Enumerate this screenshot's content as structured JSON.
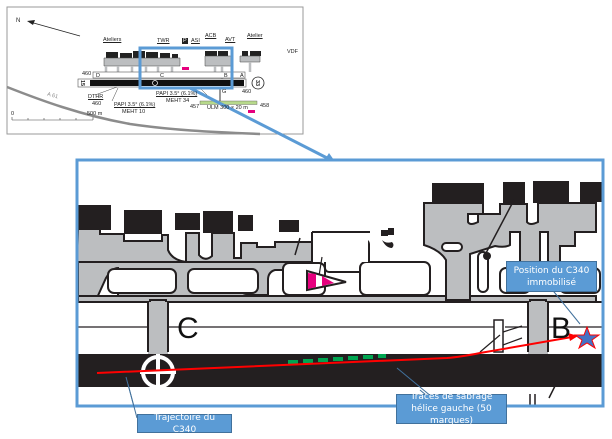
{
  "overview_map": {
    "north_label": "N",
    "labels": {
      "ateliers": "Ateliers",
      "twr": "TWR",
      "p_icon": "P",
      "asi": "ASI",
      "acb": "ACB",
      "avt": "AVT",
      "atelier": "Atelier",
      "vdf": "VDF",
      "elev_460_left": "460",
      "taxiway_d": "D",
      "taxiway_c_small": "C",
      "taxiway_b_small": "B",
      "taxiway_a": "A",
      "runway_15": "15",
      "runway_33": "33",
      "dthr": "DTHR",
      "dthr_elev": "460",
      "papi_left": "PAPI 3.5° (6.1%)",
      "meht_left": "MEHT 10",
      "papi_right": "PAPI 3.5° (6.1%)",
      "meht_right": "MEHT 34",
      "taxiway_g": "G",
      "elev_460_right": "460",
      "elev_457": "457",
      "ulm": "ULM 300 × 20 m",
      "elev_458": "458",
      "road": "A 61",
      "scale_0": "0",
      "scale_500": "500 m"
    }
  },
  "detail_view": {
    "taxiway_c": "C",
    "taxiway_b": "B",
    "colors": {
      "frame": "#5b9bd5",
      "runway": "#231f20",
      "apron": "#bcbec0",
      "trajectory": "#ff0000",
      "marks": "#00a651",
      "star": "#4472c4",
      "windsock": "#e6007e"
    }
  },
  "callouts": {
    "position": "Position du C340 immobilisé",
    "trajectory": "Trajectoire du C340",
    "traces": "Traces de sabrage hélice gauche (50 marques)"
  }
}
